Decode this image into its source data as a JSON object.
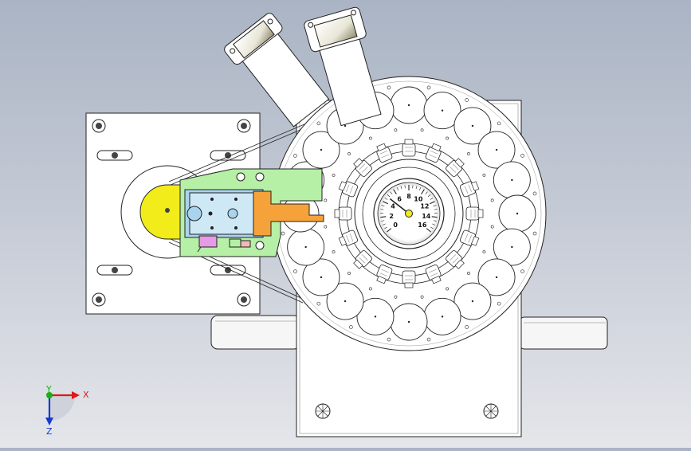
{
  "viewport": {
    "background_top": "#aab4c4",
    "background_bottom": "#e4e6ea",
    "part_fill": "#ffffff",
    "edge_color": "#222222",
    "highlight_green": "#b6f0a6",
    "highlight_yellow": "#f2ec1a",
    "highlight_orange": "#f5a23a",
    "highlight_blue": "#a9d4ee",
    "highlight_pink": "#e59be5"
  },
  "gauge": {
    "scale_labels": [
      "0",
      "2",
      "4",
      "6",
      "8",
      "10",
      "12",
      "14",
      "16"
    ],
    "needle_value_fraction": 0.3
  },
  "triad": {
    "x_label": "X",
    "y_label": "Y",
    "z_label": "Z",
    "x_color": "#e01818",
    "y_color": "#18b018",
    "z_color": "#1838d0"
  }
}
